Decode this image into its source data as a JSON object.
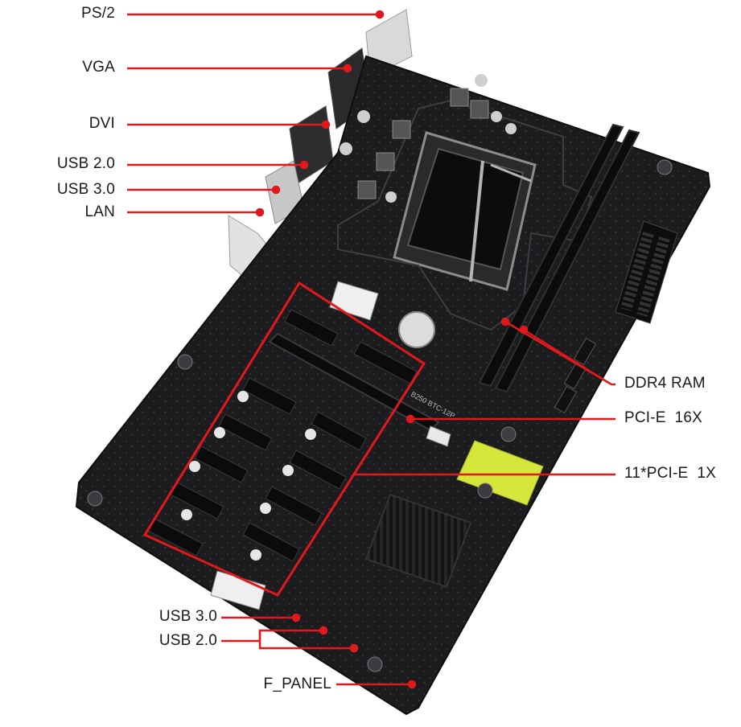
{
  "labels": {
    "ps2": "PS/2",
    "vga": "VGA",
    "dvi": "DVI",
    "usb20_rear": "USB 2.0",
    "usb30_rear": "USB 3.0",
    "lan": "LAN",
    "ddr4": "DDR4 RAM",
    "pcie16": "PCI-E  16X",
    "pcie1": "11*PCI-E  1X",
    "usb30_header": "USB 3.0",
    "usb20_header": "USB 2.0",
    "fpanel": "F_PANEL"
  },
  "board_marking": "B250 BTC-12P",
  "colors": {
    "callout": "#e0191d",
    "board": "#1c1c1e",
    "board_pattern": "#2b2b2e",
    "slot": "#0b0b0c",
    "heatsink": "#141416",
    "yellow_label": "#d7e63a",
    "text": "#1a1a1a"
  }
}
